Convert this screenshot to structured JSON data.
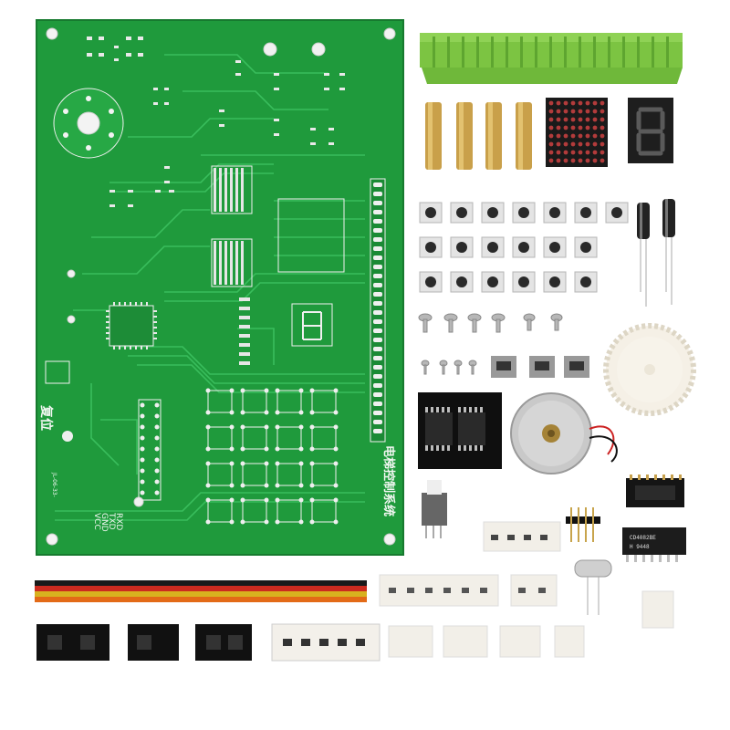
{
  "board": {
    "title": "电梯控制系统",
    "reset_label": "复位",
    "pin_labels": [
      "RXD",
      "TXD",
      "GND",
      "VCC"
    ],
    "date_code": "JL-06-33-"
  },
  "parts": {
    "ic_marking": "CD4082BE",
    "ic_submarking": "H 9448"
  },
  "colors": {
    "pcb": "#1f9a3c",
    "pcb_trace": "#2fb552",
    "terminal": "#7cc442",
    "brass": "#c9a04a"
  }
}
